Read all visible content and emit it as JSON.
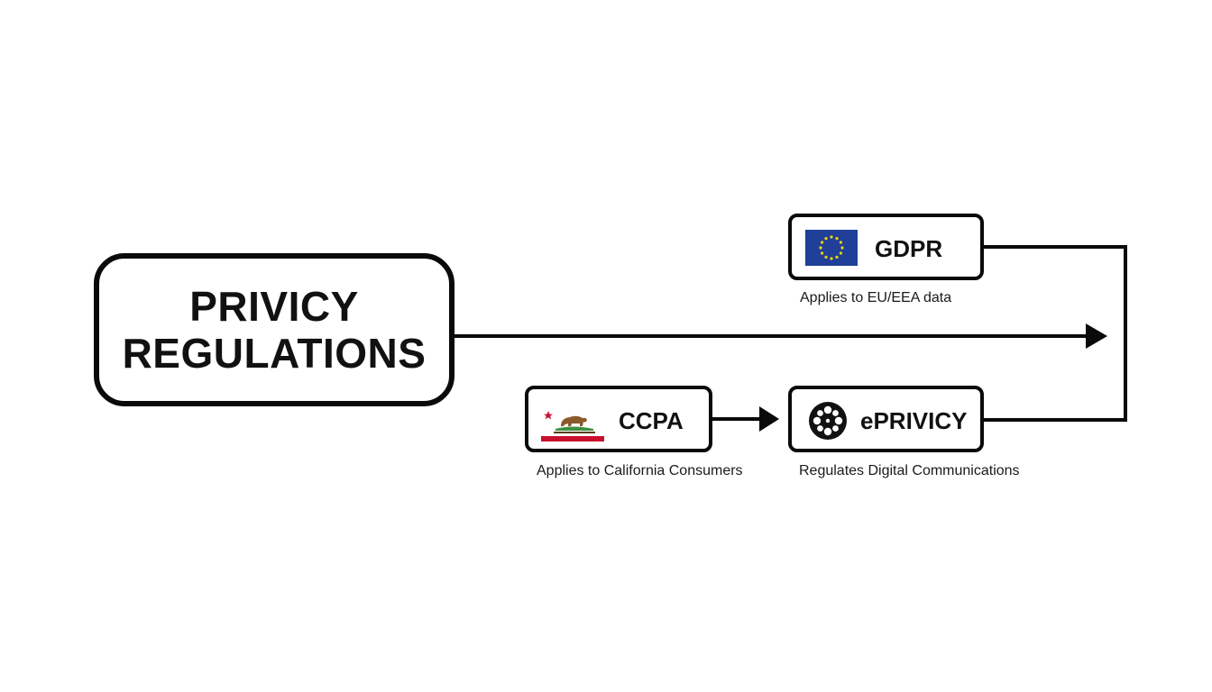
{
  "main": {
    "title_line1": "PRIVICY",
    "title_line2": "REGULATIONS"
  },
  "regulations": {
    "gdpr": {
      "name": "GDPR",
      "caption": "Applies to EU/EEA data",
      "icon": "eu-flag-icon"
    },
    "ccpa": {
      "name": "CCPA",
      "caption": "Applies to California Consumers",
      "icon": "california-flag-icon"
    },
    "eprivacy": {
      "name": "ePRIVICY",
      "caption": "Regulates Digital Communications",
      "icon": "film-reel-icon"
    }
  },
  "colors": {
    "stroke": "#0a0a0a",
    "eu_blue": "#1f3f99",
    "eu_star": "#f5d400",
    "ca_red": "#c8102e",
    "ca_bear": "#8b5a2b",
    "ca_grass": "#3f8f3f"
  }
}
